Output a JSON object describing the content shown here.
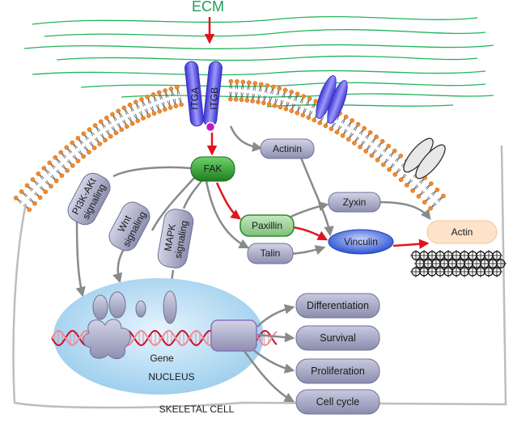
{
  "ecm": {
    "label": "ECM",
    "color": "#1aa05a"
  },
  "integrins": {
    "alpha_label": "ITGA",
    "beta_label": "ITGB"
  },
  "nodes": {
    "fak": "FAK",
    "actinin": "Actinin",
    "zyxin": "Zyxin",
    "paxillin": "Paxillin",
    "talin": "Talin",
    "vinculin": "Vinculin",
    "actin": "Actin"
  },
  "pathways": {
    "pi3k": [
      "PI3K-AKt",
      "signaling"
    ],
    "wnt": [
      "Wnt",
      "signaling"
    ],
    "mapk": [
      "MAPK",
      "signaling"
    ]
  },
  "nucleus": {
    "gene_label": "Gene",
    "nucleus_label": "NUCLEUS"
  },
  "outcomes": [
    "Differentiation",
    "Survival",
    "Proliferation",
    "Cell cycle"
  ],
  "cell_label": "SKELETAL CELL",
  "colors": {
    "arrow_red": "#e0151b",
    "arrow_gray": "#8a8a8a",
    "node_fill": "#a9aac6",
    "fak_fill": "#2a9a2a",
    "vinculin_fill": "#2d5fd8",
    "vinculin_text": "#d8141b",
    "actin_fill": "#fde3c8",
    "actin_text": "#e0151b",
    "nucleus_fill": "#b7dcf4",
    "membrane_head": "#f08a2c"
  }
}
